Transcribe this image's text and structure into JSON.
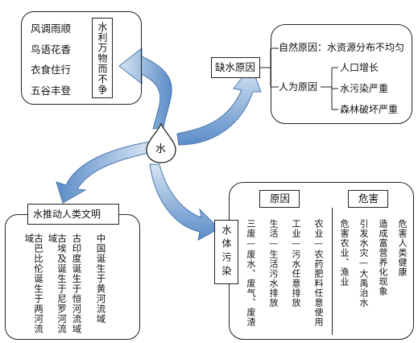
{
  "center": "水",
  "top_left": {
    "lines": [
      "风调雨顺",
      "鸟语花香",
      "衣食住行",
      "五谷丰登"
    ],
    "vertical_label": "水利万物而不争"
  },
  "top_right": {
    "label": "缺水原因",
    "natural": "自然原因：水资源分布不均匀",
    "human_label": "人为原因",
    "human_items": [
      "人口增长",
      "水污染严重",
      "森林破坏严重"
    ]
  },
  "bottom_left": {
    "label": "水推动人类文明",
    "columns": [
      "中国诞生于黄河流域",
      "古印度诞生于恒河流域",
      "古埃及诞生于尼罗河流域",
      "古巴比伦诞生于两河流域"
    ]
  },
  "bottom_right": {
    "label": "水体污染",
    "cause_header": "原因",
    "harm_header": "危害",
    "cause_columns": [
      "农业—农药肥料任意使用",
      "工业—污水任意排放",
      "生活—生活污水排放",
      "三废—废水、废气、废渣"
    ],
    "harm_columns": [
      "危害人类健康",
      "造成富营养化现象",
      "引发水灾—大禹治水",
      "危害农业、渔业"
    ]
  },
  "colors": {
    "arrow_light": "#c6d9ee",
    "arrow_dark": "#5b8cc7",
    "arrow_stroke": "#4a78b0",
    "line": "#222222"
  }
}
